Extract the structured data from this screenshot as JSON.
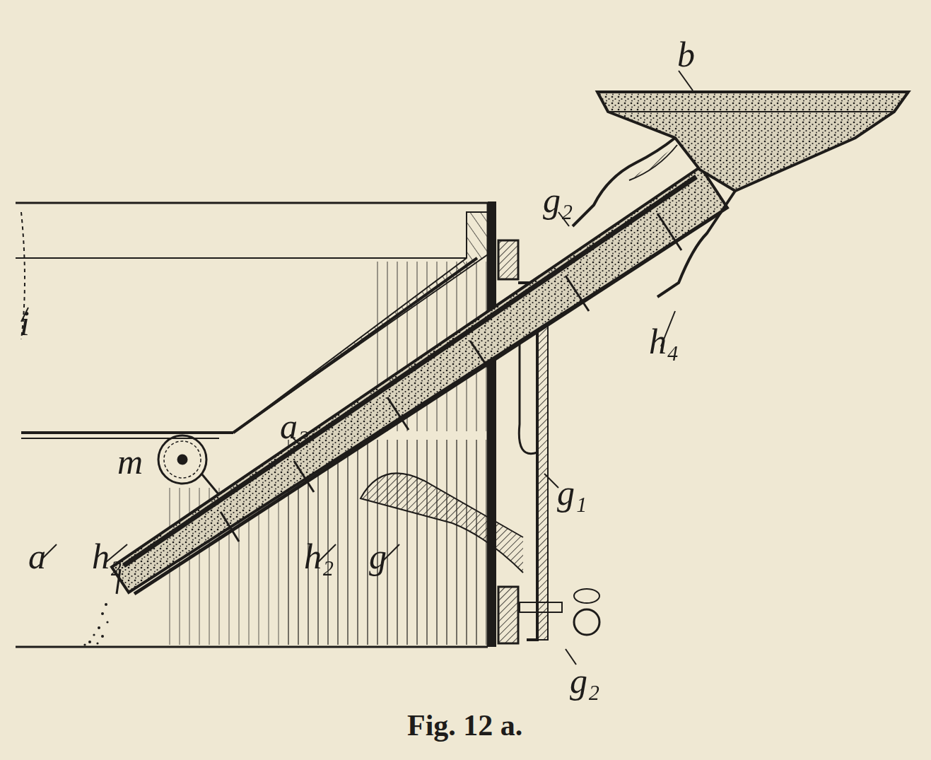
{
  "diagram": {
    "caption": "Fig. 12 a.",
    "labels": [
      "b",
      "g₂",
      "i",
      "h₄",
      "a₃",
      "m",
      "g₁",
      "a",
      "h₂",
      "h₂",
      "g",
      "g₂"
    ]
  }
}
